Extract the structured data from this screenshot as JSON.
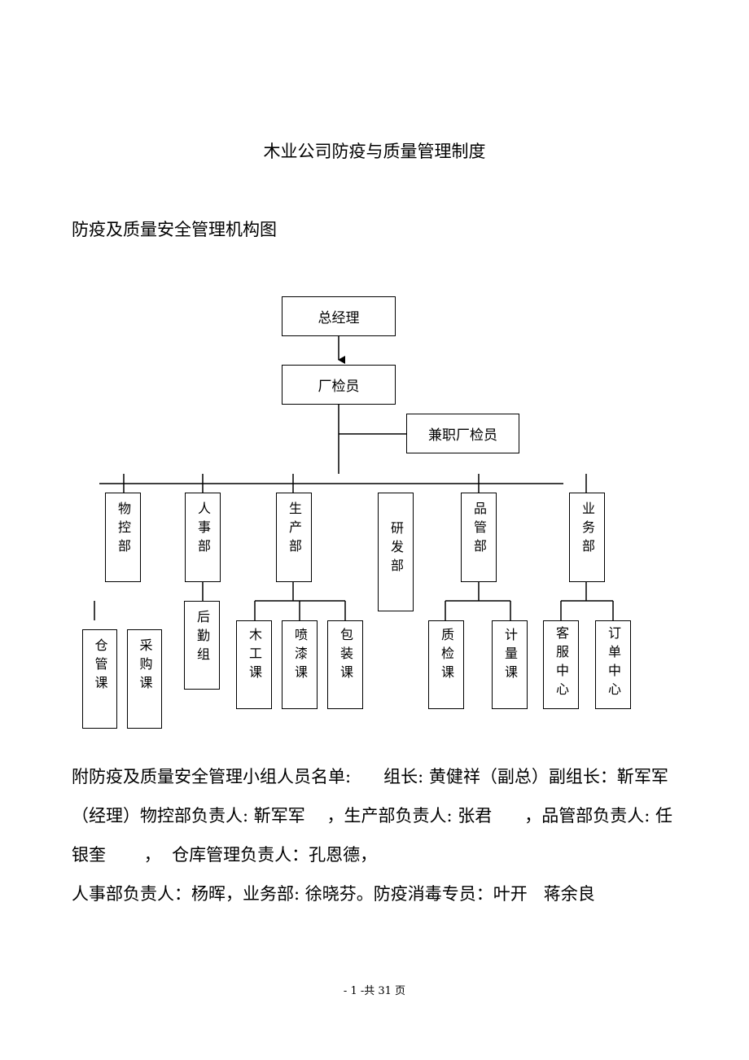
{
  "doc": {
    "title": "木业公司防疫与质量管理制度",
    "section_heading": "防疫及质量安全管理机构图",
    "footer": "- 1 -共 31 页"
  },
  "org_chart": {
    "gm": "总经理",
    "inspector": "厂检员",
    "part_time_inspector": "兼职厂检员",
    "departments": [
      "物控部",
      "人事部",
      "生产部",
      "研发部",
      "品管部",
      "业务部"
    ],
    "sub_units": {
      "materials": [
        "仓管课",
        "采购课"
      ],
      "hr": [
        "后勤组"
      ],
      "production": [
        "木工课",
        "喷漆课",
        "包装课"
      ],
      "qc": [
        "质检课",
        "计量课"
      ],
      "sales": [
        "客服中心",
        "订单中心"
      ]
    }
  },
  "roster": {
    "lines": [
      "附防疫及质量安全管理小组人员名单:      组长: 黄健祥（副总）副组长：靳军军",
      "（经理）物控部负责人: 靳军军    ，生产部负责人: 张君      ，品管部负责人: 任",
      "银奎       ，  仓库管理负责人：孔恩德，",
      "人事部负责人：杨晖，业务部: 徐晓芬。防疫消毒专员：叶开   蒋余良"
    ]
  }
}
